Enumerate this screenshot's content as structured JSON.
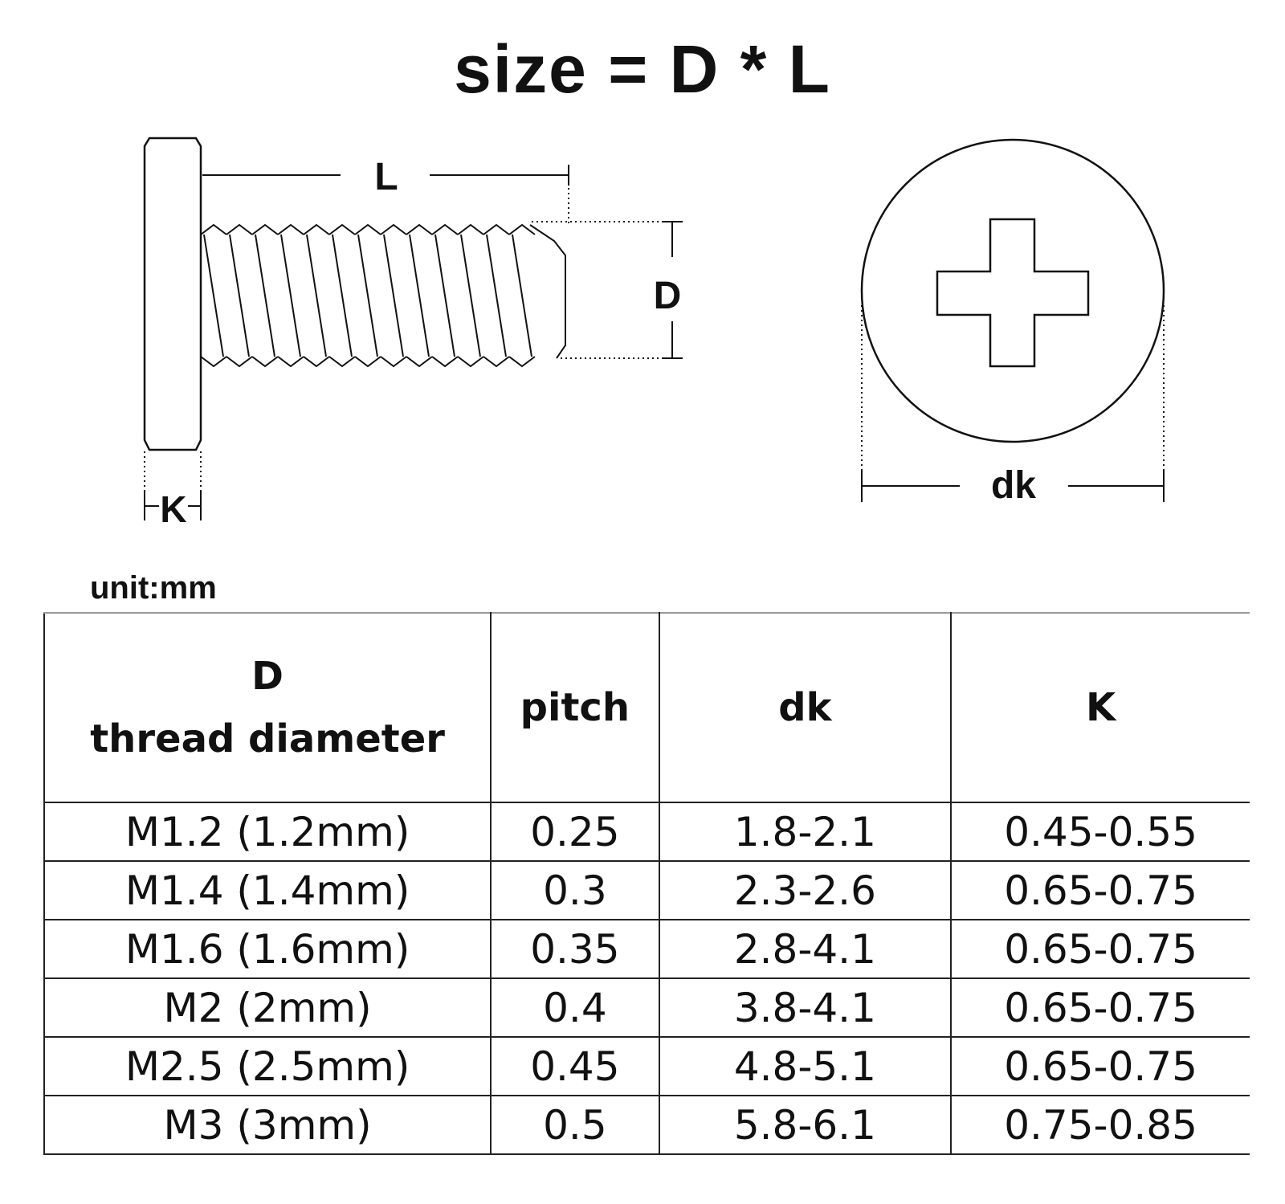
{
  "title": "size = D * L",
  "diagram": {
    "side_view": {
      "length_label": "L",
      "diameter_label": "D",
      "head_label": "K"
    },
    "top_view": {
      "head_diameter_label": "dk"
    }
  },
  "unit_label": "unit:mm",
  "table": {
    "headers": [
      {
        "line1": "D",
        "line2": "thread diameter"
      },
      {
        "line1": "pitch",
        "line2": ""
      },
      {
        "line1": "dk",
        "line2": ""
      },
      {
        "line1": "K",
        "line2": ""
      }
    ],
    "rows": [
      [
        "M1.2 (1.2mm)",
        "0.25",
        "1.8-2.1",
        "0.45-0.55"
      ],
      [
        "M1.4 (1.4mm)",
        "0.3",
        "2.3-2.6",
        "0.65-0.75"
      ],
      [
        "M1.6 (1.6mm)",
        "0.35",
        "2.8-4.1",
        "0.65-0.75"
      ],
      [
        "M2 (2mm)",
        "0.4",
        "3.8-4.1",
        "0.65-0.75"
      ],
      [
        "M2.5 (2.5mm)",
        "0.45",
        "4.8-5.1",
        "0.65-0.75"
      ],
      [
        "M3 (3mm)",
        "0.5",
        "5.8-6.1",
        "0.75-0.85"
      ]
    ]
  }
}
